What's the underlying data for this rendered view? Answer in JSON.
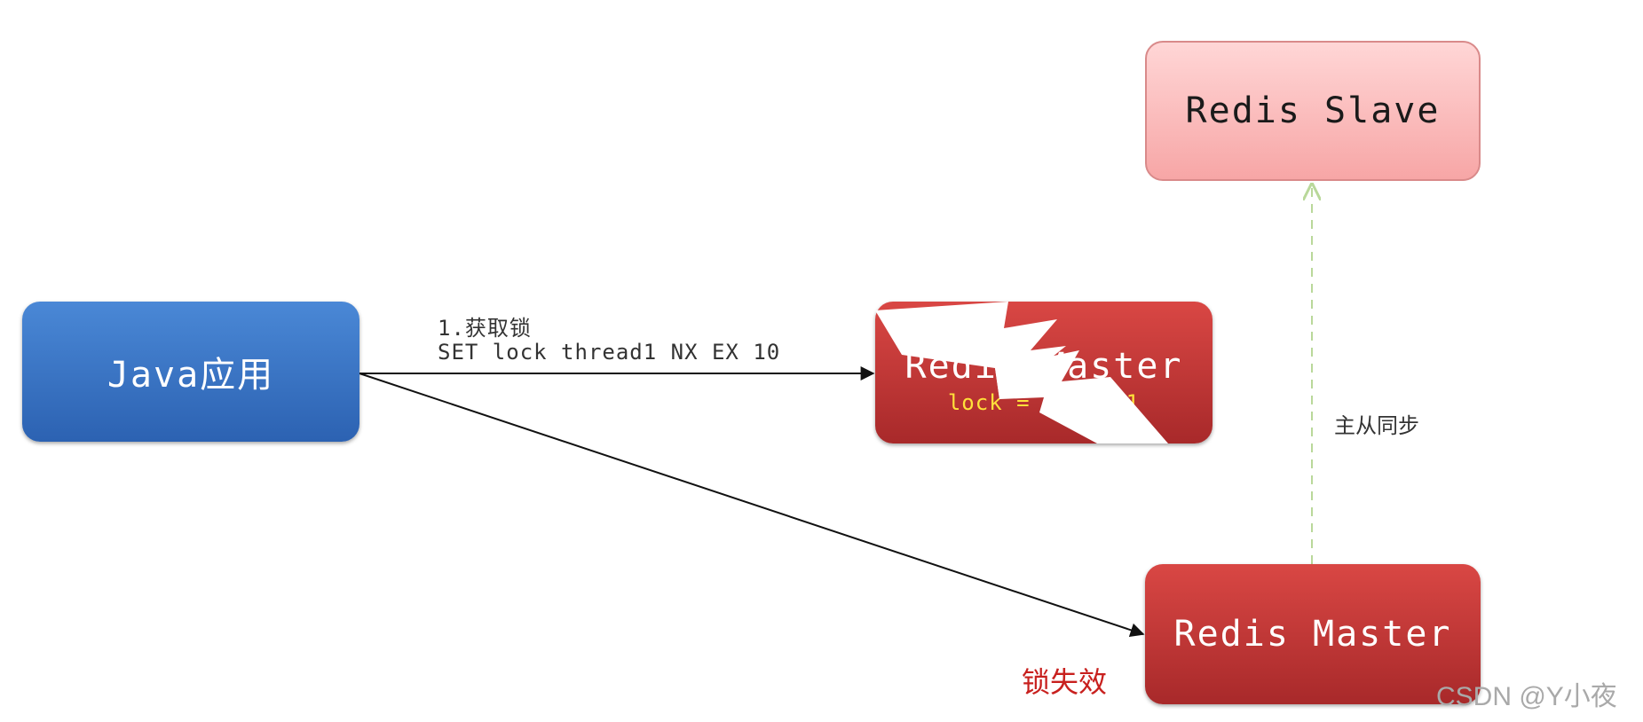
{
  "nodes": {
    "java_app": "Java应用",
    "redis_master_failed": "Redis Master",
    "redis_master_failed_value": "lock = thread1",
    "redis_master_new": "Redis Master",
    "redis_slave": "Redis Slave"
  },
  "edges": {
    "acquire_step": "1.获取锁",
    "acquire_command": "SET lock thread1 NX EX 10",
    "sync_label": "主从同步"
  },
  "status": {
    "lock_lost": "锁失效"
  },
  "watermark": "CSDN @Y小夜",
  "colors": {
    "java_blue": "#3a76c8",
    "master_red": "#c63a38",
    "slave_pink": "#fbbcbc",
    "lock_value_yellow": "#ffe13a",
    "lock_lost_red": "#c8201e",
    "sync_line_green": "#b9d89a"
  }
}
